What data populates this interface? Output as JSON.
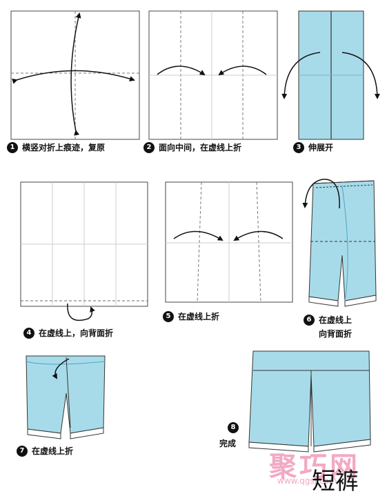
{
  "steps": [
    {
      "num": "1",
      "text": "横竖对折上痕迹，复原"
    },
    {
      "num": "2",
      "text": "面向中间，在虚线上折"
    },
    {
      "num": "3",
      "text": "伸展开"
    },
    {
      "num": "4",
      "text": "在虚线上，向背面折"
    },
    {
      "num": "5",
      "text": "在虚线上折"
    },
    {
      "num": "6",
      "line1": "在虚线上",
      "line2": "向背面折"
    },
    {
      "num": "7",
      "text": "在虚线上折"
    },
    {
      "num": "8",
      "text": "完成"
    }
  ],
  "watermark": {
    "brand": "聚巧网",
    "url": "www.qgsj.com",
    "title": "短裤"
  },
  "colors": {
    "paper_blue": "#a8dbe9",
    "line": "#333333",
    "watermark_pink": "#f2a9c4"
  }
}
